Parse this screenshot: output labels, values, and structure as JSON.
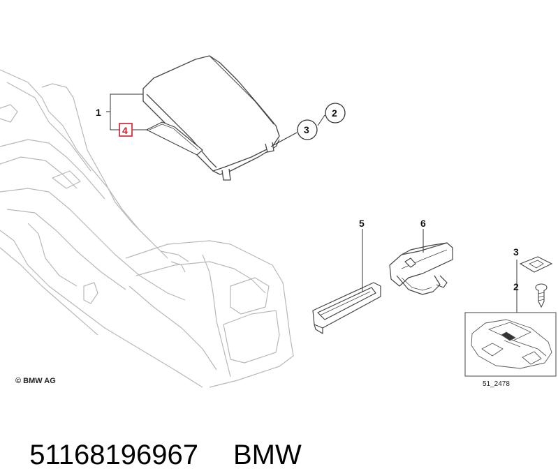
{
  "callouts": {
    "c1": "1",
    "c2": "2",
    "c3": "3",
    "c4": "4",
    "c5": "5",
    "c6": "6",
    "inset_c3": "3",
    "inset_c2": "2"
  },
  "copyright": "© BMW AG",
  "diagram_id": "51_2478",
  "footer": {
    "part_number": "51168196967",
    "brand": "BMW"
  },
  "colors": {
    "line": "#444444",
    "faint_line": "#b8b8b8",
    "highlight": "#d21a2a"
  }
}
